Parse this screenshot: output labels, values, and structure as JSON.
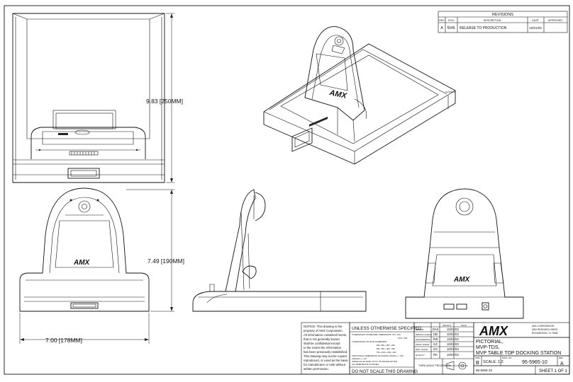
{
  "revisions": {
    "title": "REVISIONS",
    "headers": [
      "REV",
      "ECN",
      "DESCRIPTION",
      "DATE",
      "APPROVED"
    ],
    "rows": [
      [
        "A",
        "5545",
        "RELEASE TO PRODUCTION",
        "10/01/03",
        ""
      ]
    ]
  },
  "dimensions": {
    "height_side": "9.83 [250MM]",
    "height_front": "7.49 [190MM]",
    "width_front": "7.00 [178MM]"
  },
  "logo": "AMX",
  "notice": {
    "label": "NOTICE:",
    "lines": [
      "NOTICE:  This drawing is the",
      "property of AMX Corporation.",
      "All information contained herein,",
      "that is not generally known",
      "shall be confidential except",
      "to the extent the information",
      "has been previously established.",
      "This drawing may not be copied,",
      "reproduced, or used as the basis",
      "for manufacture or sale without",
      "written permission."
    ]
  },
  "tolerance": {
    "title": "UNLESS OTHERWISE SPECIFIED",
    "lines": [
      "TOLERANCES ON DECIMAL DIMENSIONS .XX= .010",
      ".XXX= .005",
      "TOLERANCES ON HOLE DIAMETERS",
      ".000-.250  +.002 -.000",
      ".251-.750  +.003 -.000",
      ".751-1.000  +.004 -.000",
      "FRACTIONAL DIMENSIONS INCLUDING HOLES +/- 1/64",
      "ANGLES +/- 1/2°",
      "INSIDE FILLET RADII .03 TO .06 UNLESS NOTED",
      "ALL DIMENSIONS IN INCHES"
    ],
    "footer": "DO NOT SCALE THIS DRAWING"
  },
  "approvals": {
    "headers": [
      "",
      "INITIALS",
      "DATE"
    ],
    "rows": [
      [
        "DRAWN",
        "DA0",
        "10/01/03"
      ],
      [
        "DESIGN CHECK",
        "DB",
        "10/01/03"
      ],
      [
        "ENGINEERING",
        "RW",
        "10/01/03"
      ],
      [
        "PROD. ENGR.",
        "KZ",
        "10/01/03"
      ],
      [
        "MFG. ENGR.",
        "ES",
        "10/01/03"
      ],
      [
        "QUALITY",
        "RK",
        "10/01/03"
      ]
    ],
    "projection": "THIRD ANGLE PROJECTION"
  },
  "company": {
    "name": "AMX CORPORATION",
    "address1": "3000 RESEARCH DRIVE",
    "address2": "RICHARDSON, TX 75082"
  },
  "title_block": {
    "title_lines": [
      "PICTORIAL,",
      "MVP-TDS,",
      "MVP TABLE TOP DOCKING STATION"
    ],
    "size_label": "SIZE",
    "size": "B",
    "scale": "SCALE: 1:2",
    "dwg_label": "DWG. NO.",
    "dwg_no": "95-5965-10",
    "rev_label": "REV",
    "rev": "A",
    "part_no": "95-5965-10",
    "sheet": "SHEET 1 OF 1"
  }
}
